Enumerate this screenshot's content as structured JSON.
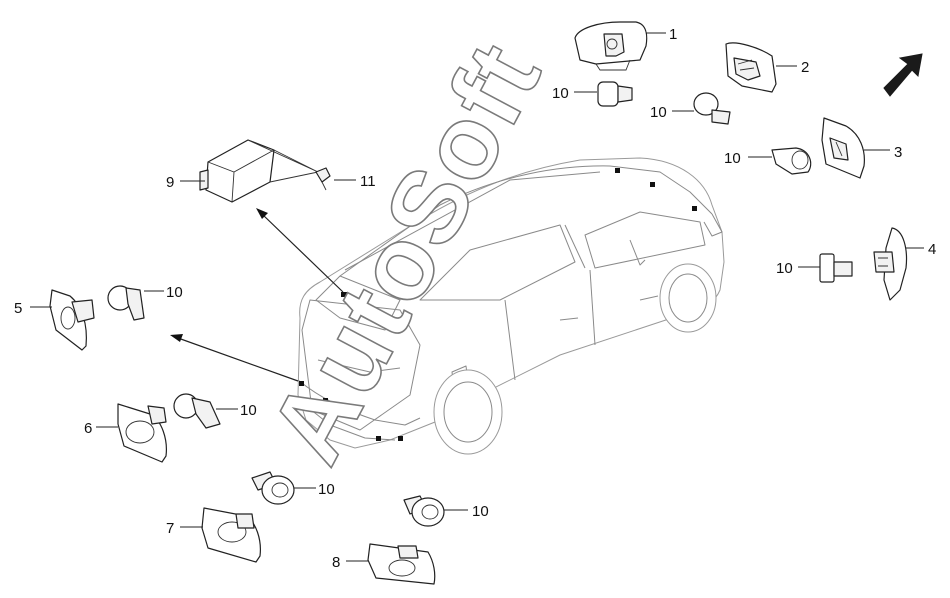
{
  "diagram": {
    "watermark_text": "AutoSoft",
    "corner_text": "",
    "callouts": {
      "p1": "1",
      "p2": "2",
      "p3": "3",
      "p4": "4",
      "p5": "5",
      "p6": "6",
      "p7": "7",
      "p8": "8",
      "p9": "9",
      "p10": "10",
      "p11": "11"
    }
  }
}
